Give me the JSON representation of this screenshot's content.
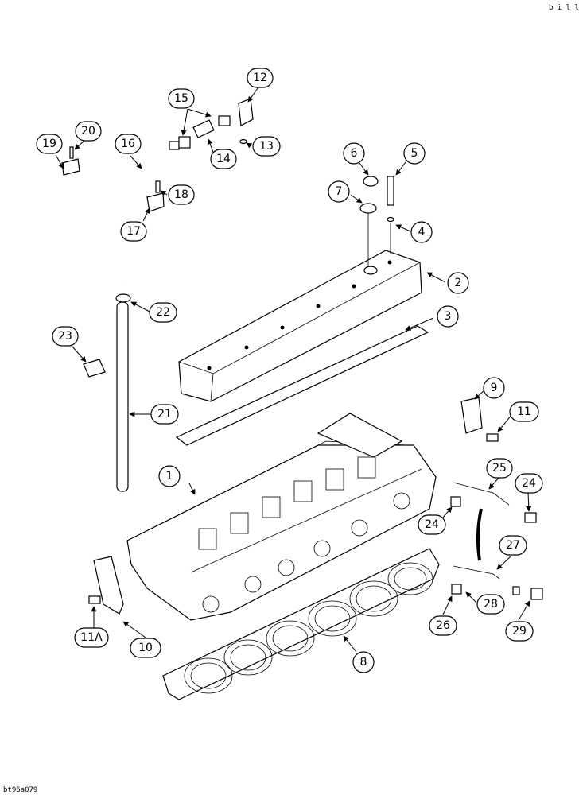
{
  "corner_ref": "b i l l",
  "figure_code": "bt96a079",
  "callouts": [
    "1",
    "2",
    "3",
    "4",
    "5",
    "6",
    "7",
    "8",
    "9",
    "10",
    "11",
    "11A",
    "12",
    "13",
    "14",
    "15",
    "16",
    "17",
    "18",
    "19",
    "20",
    "21",
    "22",
    "23",
    "24",
    "24",
    "25",
    "26",
    "27",
    "28",
    "29"
  ],
  "colors": {
    "ink": "#000000",
    "paper": "#ffffff"
  }
}
